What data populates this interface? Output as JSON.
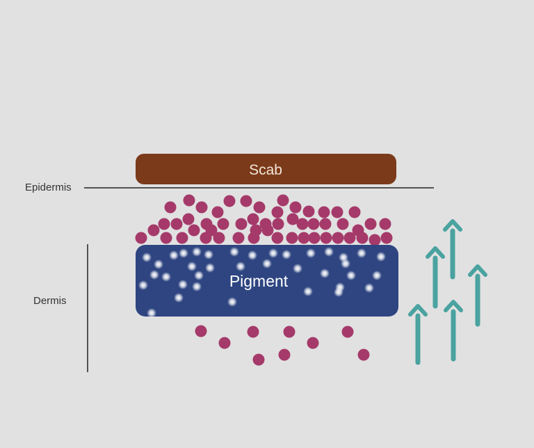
{
  "labels": {
    "scab": "Scab",
    "epidermis": "Epidermis",
    "dermis": "Dermis",
    "pigment": "Pigment"
  },
  "colors": {
    "background": "#e1e1e1",
    "scab": "#7b3a1a",
    "pigment": "#2e4581",
    "particle": "#a53a6a",
    "arrow": "#4aa3a0",
    "line": "#222222",
    "text_dark": "#333333",
    "text_light": "#ffffff",
    "scab_text": "#f3e6d8",
    "sparkle": "#ffffff"
  },
  "icons": {
    "arrow": "arrow-up-icon",
    "particle": "pigment-particle",
    "sparkle": "sparkle-dot"
  }
}
